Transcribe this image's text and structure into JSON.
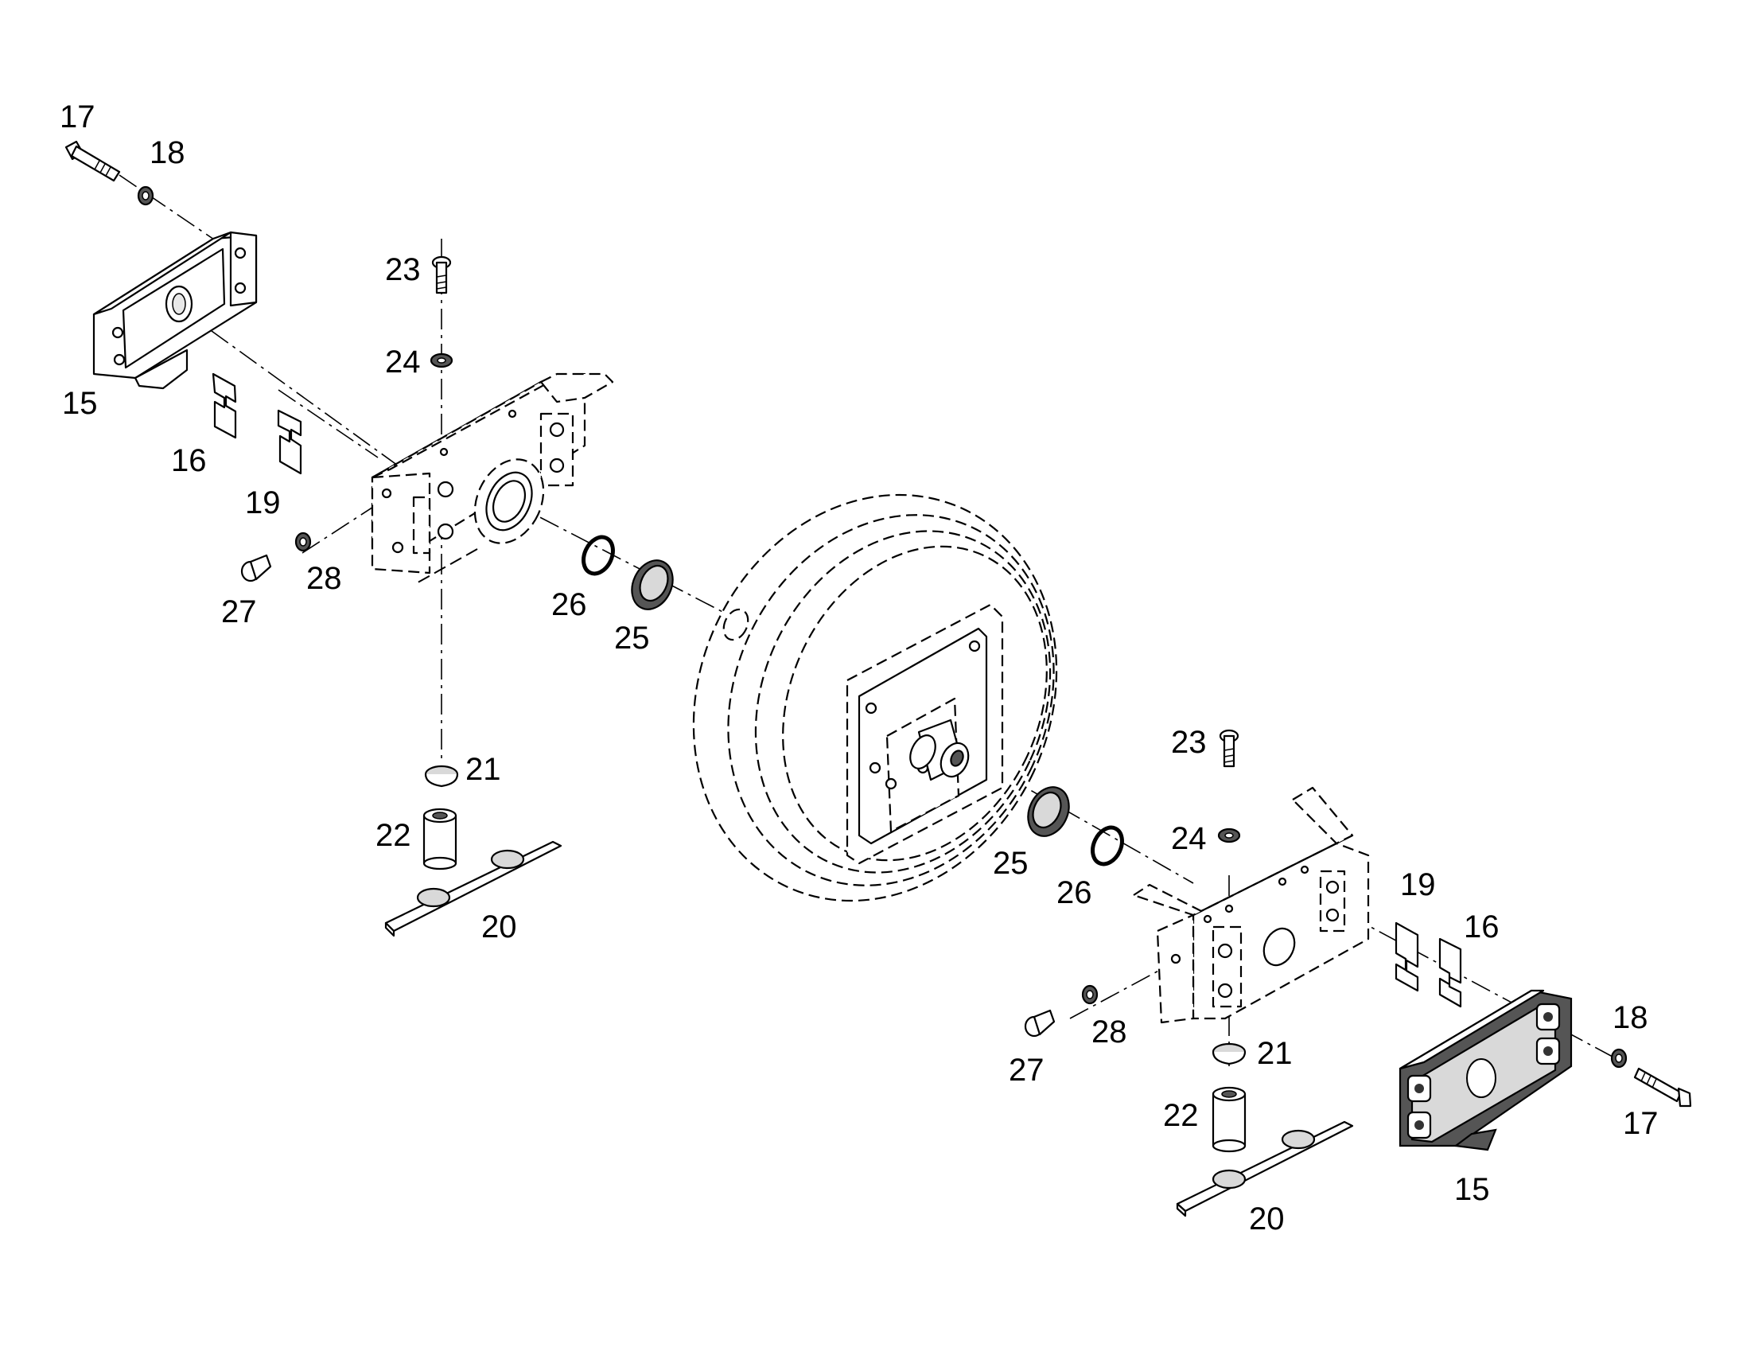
{
  "diagram": {
    "callouts": {
      "left": {
        "p17": "17",
        "p18": "18",
        "p23": "23",
        "p24": "24",
        "p15": "15",
        "p16": "16",
        "p19": "19",
        "p27": "27",
        "p28": "28",
        "p26": "26",
        "p25": "25",
        "p21": "21",
        "p22": "22",
        "p20": "20"
      },
      "right": {
        "p23": "23",
        "p24": "24",
        "p25": "25",
        "p26": "26",
        "p19": "19",
        "p16": "16",
        "p28": "28",
        "p27": "27",
        "p21": "21",
        "p18": "18",
        "p22": "22",
        "p17": "17",
        "p15": "15",
        "p20": "20"
      }
    }
  }
}
